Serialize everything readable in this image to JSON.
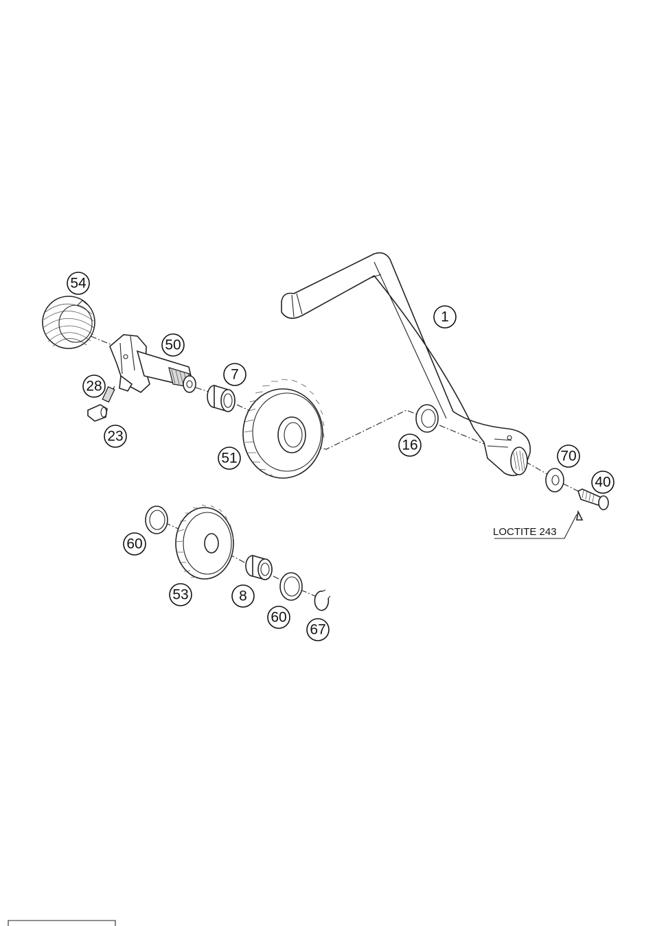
{
  "callouts": [
    {
      "id": "c1",
      "label": "1"
    },
    {
      "id": "c7",
      "label": "7"
    },
    {
      "id": "c8",
      "label": "8"
    },
    {
      "id": "c16",
      "label": "16"
    },
    {
      "id": "c23",
      "label": "23"
    },
    {
      "id": "c28",
      "label": "28"
    },
    {
      "id": "c40",
      "label": "40"
    },
    {
      "id": "c50",
      "label": "50"
    },
    {
      "id": "c51",
      "label": "51"
    },
    {
      "id": "c53",
      "label": "53"
    },
    {
      "id": "c54",
      "label": "54"
    },
    {
      "id": "c60a",
      "label": "60"
    },
    {
      "id": "c60b",
      "label": "60"
    },
    {
      "id": "c67",
      "label": "67"
    },
    {
      "id": "c70",
      "label": "70"
    }
  ],
  "note": "LOCTITE 243"
}
